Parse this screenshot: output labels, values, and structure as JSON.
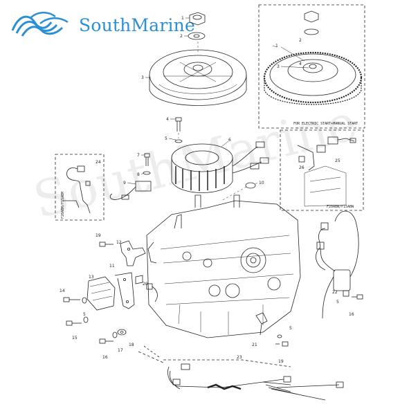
{
  "brand": {
    "name": "SouthMarine",
    "color": "#2b8fd6"
  },
  "watermark": {
    "text": "SouthMarine"
  },
  "insets": {
    "top_right_caption": "FOR ELECTRIC START+MANUAL START",
    "mid_right_caption": "F20ABW/F15ABW",
    "left_caption": "F20ABM/F15ABM"
  },
  "callouts": {
    "c1": "1",
    "c2": "2",
    "c3": "3",
    "c4": "4",
    "c5": "5",
    "c6": "6",
    "c7": "7",
    "c8": "8",
    "c9": "9",
    "c10": "10",
    "c11": "11",
    "c12": "12",
    "c13": "13",
    "c14": "14",
    "c15": "15",
    "c16": "16",
    "c17": "17",
    "c18": "18",
    "c19": "19",
    "c20": "20",
    "c21": "21",
    "c22": "22",
    "c23": "23",
    "c24": "24",
    "c25": "25",
    "c26": "26",
    "c1b": "1",
    "c2b": "2",
    "c3b": "3",
    "c4b": "4",
    "c5b": "5",
    "c5c": "5",
    "c5d": "5"
  }
}
